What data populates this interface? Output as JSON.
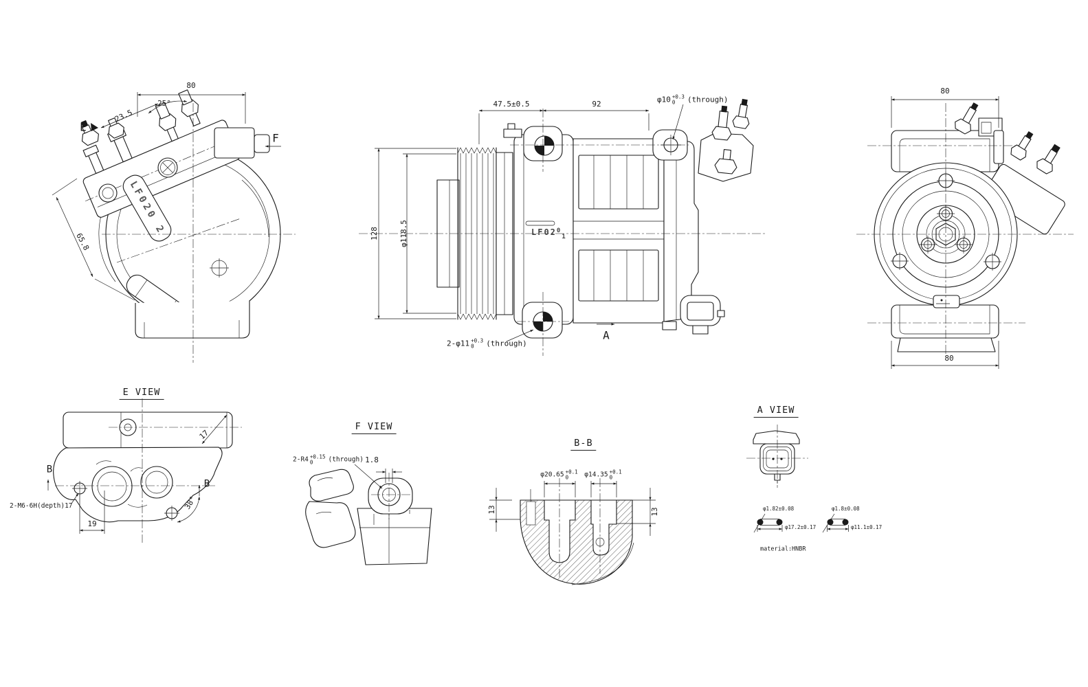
{
  "drawing": {
    "left_view": {
      "dim_width": "80",
      "dim_angle": "25°",
      "dim_port_offset": "23.5",
      "dim_height": "65.8",
      "label_e": "E",
      "label_f": "F",
      "marking": "LF020 2"
    },
    "main_view": {
      "dim_pulley_offset": "47.5±0.5",
      "dim_body_length": "92",
      "dim_overall_height": "128",
      "dim_pulley_dia": "φ118.5",
      "hole_top": {
        "prefix": "φ10",
        "sup": "+0.3",
        "sub": "0",
        "suffix": "(through)"
      },
      "hole_bottom": {
        "prefix": "2-φ11",
        "sup": "+0.3",
        "sub": "0",
        "suffix": "(through)"
      },
      "label_a": "A",
      "marking": {
        "text": "LF02",
        "sup": "0",
        "sub": "1"
      }
    },
    "front_view": {
      "dim_width_top": "80",
      "dim_width_bottom": "80"
    },
    "e_view": {
      "title": "E VIEW",
      "label_b_left": "B",
      "label_b_right": "B",
      "dim_thread": "2-M6-6H(depth)17",
      "dim_spacing": "19",
      "dim_angle": "38°",
      "dim_depth": "17"
    },
    "f_view": {
      "title": "F VIEW",
      "dim_radius": {
        "prefix": "2-R4",
        "sup": "+0.15",
        "sub": "0",
        "suffix": "(through)"
      },
      "dim_thickness": "1.8"
    },
    "section_bb": {
      "title": "B-B",
      "bore_left": {
        "prefix": "φ20.65",
        "sup": "+0.1",
        "sub": "0"
      },
      "bore_right": {
        "prefix": "φ14.35",
        "sup": "+0.1",
        "sub": "0"
      },
      "dim_depth_left": "13",
      "dim_depth_right": "13"
    },
    "a_view": {
      "title": "A VIEW",
      "oring_large": {
        "cross_section": "φ1.82±0.08",
        "outer_dia": "φ17.2±0.17"
      },
      "oring_small": {
        "cross_section": "φ1.8±0.08",
        "outer_dia": "φ11.1±0.17"
      },
      "material": "material:HNBR"
    }
  }
}
